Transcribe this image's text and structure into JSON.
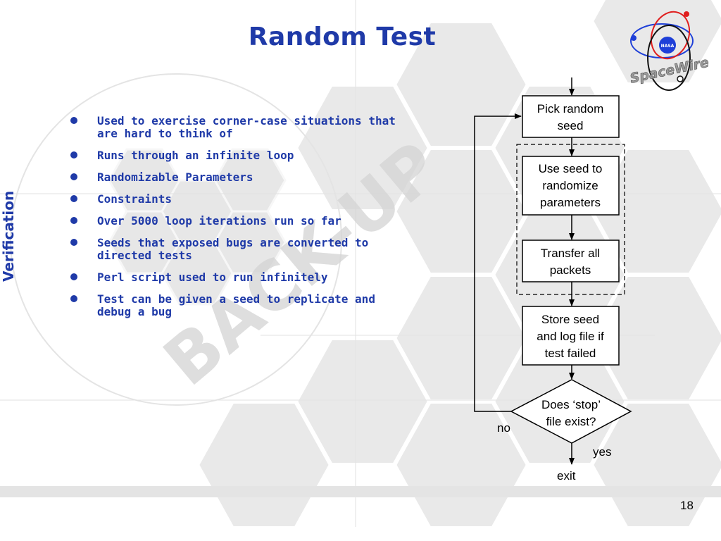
{
  "slide": {
    "title": "Random Test",
    "page_number": "18",
    "watermark": "BACK-UP",
    "side_text": "Verification"
  },
  "logo": {
    "name": "SpaceWire",
    "badge": "NASA"
  },
  "bullets": [
    "Used to exercise corner-case situations that are hard to think of",
    "Runs through an infinite loop",
    "Randomizable Parameters",
    "Constraints",
    "Over 5000 loop iterations run so far",
    "Seeds that exposed bugs are converted to directed tests",
    "Perl script used to run infinitely",
    "Test can be given a seed to replicate and debug a bug"
  ],
  "flowchart": {
    "pick_seed": [
      "Pick random",
      "seed"
    ],
    "use_seed": [
      "Use seed to",
      "randomize",
      "parameters"
    ],
    "transfer": [
      "Transfer all",
      "packets"
    ],
    "store": [
      "Store seed",
      "and log file if",
      "test failed"
    ],
    "decision": [
      "Does ‘stop’",
      "file exist?"
    ],
    "no_label": "no",
    "yes_label": "yes",
    "exit_label": "exit"
  },
  "colors": {
    "title": "#1f3aa8",
    "bullet_text": "#1f3aa8",
    "orbit_blue": "#1e3fd8",
    "orbit_red": "#e01e1e",
    "hexagon_fill": "#e6e6e6",
    "watermark": "#d2d2d2"
  }
}
